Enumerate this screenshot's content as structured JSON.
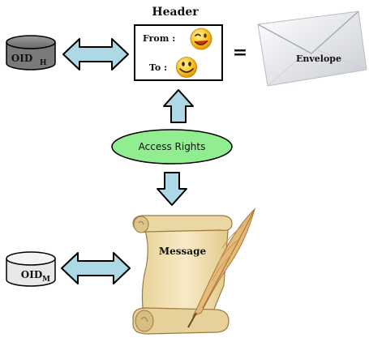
{
  "header": {
    "title": "Header",
    "from_label": "From :",
    "to_label": "To :"
  },
  "envelope": {
    "label": "Envelope",
    "equals": "="
  },
  "access_rights": {
    "label": "Access Rights"
  },
  "message": {
    "label": "Message"
  },
  "oid_header": {
    "label": "OID",
    "subscript": "H"
  },
  "oid_message": {
    "label": "OID",
    "subscript": "M"
  },
  "colors": {
    "arrow_fill": "#add8e6",
    "ellipse_fill": "#90ee90",
    "db_header_fill": "#808080",
    "db_message_fill": "#e8e8e8",
    "parchment": "#f1e2b3",
    "smiley": "#f6c21c"
  },
  "icons": {
    "wink": "winking-smiley-icon",
    "smile": "smiley-icon",
    "envelope": "envelope-icon",
    "scroll": "scroll-icon",
    "quill": "quill-icon",
    "database": "database-icon"
  }
}
